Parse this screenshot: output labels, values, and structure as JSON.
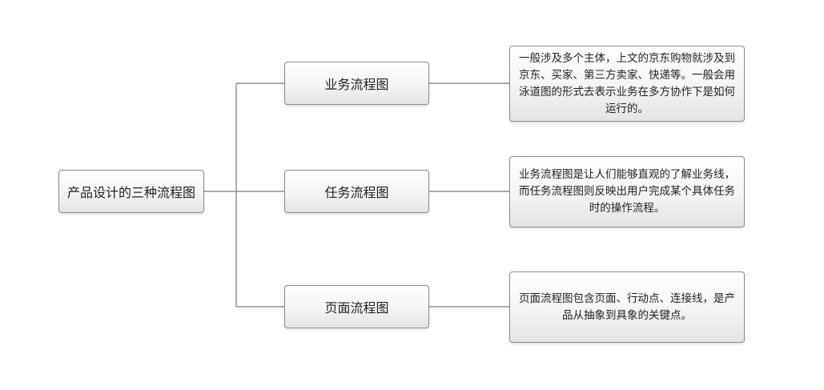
{
  "root": {
    "label": "产品设计的三种流程图"
  },
  "branches": [
    {
      "label": "业务流程图",
      "description": "一般涉及多个主体，上文的京东购物就涉及到京东、买家、第三方卖家、快递等。一般会用泳道图的形式去表示业务在多方协作下是如何运行的。"
    },
    {
      "label": "任务流程图",
      "description": "业务流程图是让人们能够直观的了解业务线，而任务流程图则反映出用户完成某个具体任务时的操作流程。"
    },
    {
      "label": "页面流程图",
      "description": "页面流程图包含页面、行动点、连接线，是产品从抽象到具象的关键点。"
    }
  ]
}
